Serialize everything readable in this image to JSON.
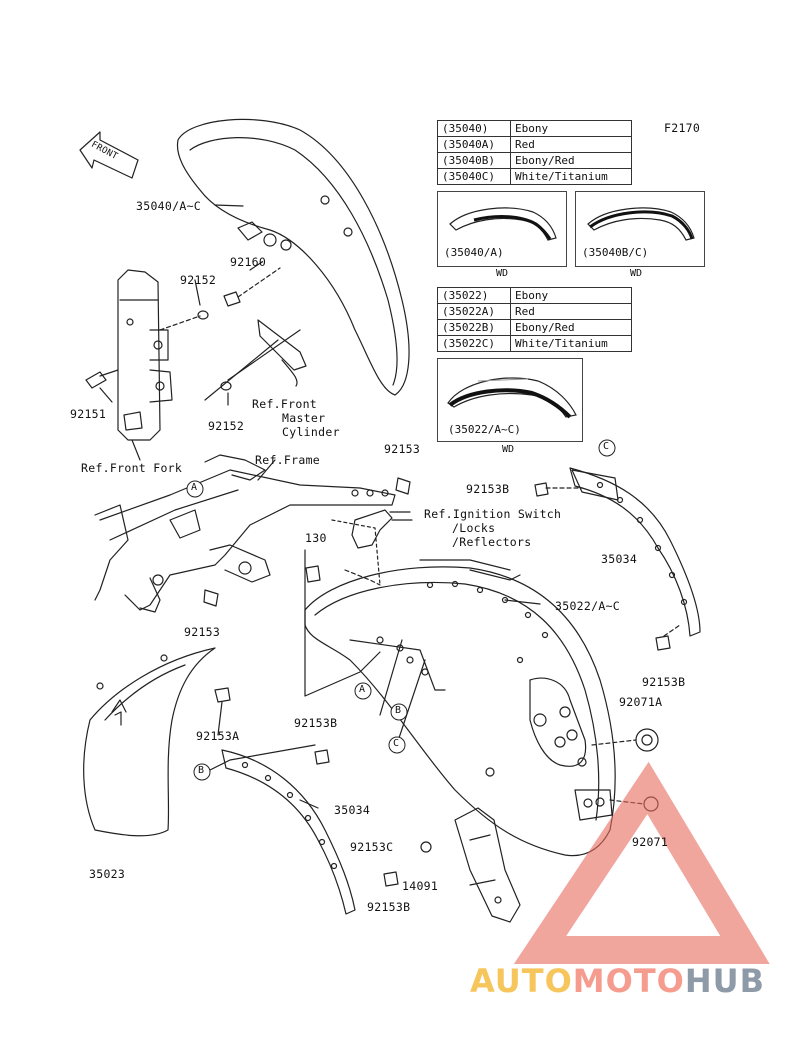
{
  "figure_code": "F2170",
  "front_arrow_label": "FRONT",
  "color_table_1": [
    {
      "code": "(35040)",
      "color": "Ebony"
    },
    {
      "code": "(35040A)",
      "color": "Red"
    },
    {
      "code": "(35040B)",
      "color": "Ebony/Red"
    },
    {
      "code": "(35040C)",
      "color": "White/Titanium"
    }
  ],
  "color_table_2": [
    {
      "code": "(35022)",
      "color": "Ebony"
    },
    {
      "code": "(35022A)",
      "color": "Red"
    },
    {
      "code": "(35022B)",
      "color": "Ebony/Red"
    },
    {
      "code": "(35022C)",
      "color": "White/Titanium"
    }
  ],
  "variant_boxes": {
    "box1": {
      "caption": "(35040/A)",
      "note": "WD"
    },
    "box2": {
      "caption": "(35040B/C)",
      "note": "WD"
    },
    "box3": {
      "caption": "(35022/A~C)",
      "note": "WD"
    }
  },
  "part_labels": {
    "p35040": "35040/A~C",
    "p92160": "92160",
    "p92152a": "92152",
    "p92152b": "92152",
    "p92151": "92151",
    "p92153a": "92153",
    "p92153b_top": "92153B",
    "p35034a": "35034",
    "p130": "130",
    "p92153c": "92153",
    "p35022": "35022/A~C",
    "p92153b_right": "92153B",
    "p92071a": "92071A",
    "p92071": "92071",
    "p92153a_left": "92153A",
    "p92153b_mid": "92153B",
    "p35034b": "35034",
    "p92153c_low": "92153C",
    "p14091": "14091",
    "p92153b_low": "92153B",
    "p35023": "35023"
  },
  "ref_labels": {
    "front_master_cylinder": [
      "Ref.Front",
      "Master",
      "Cylinder"
    ],
    "front_fork": "Ref.Front Fork",
    "frame": "Ref.Frame",
    "ignition": [
      "Ref.Ignition Switch",
      "/Locks",
      "/Reflectors"
    ]
  },
  "callouts": {
    "a": "A",
    "b": "B",
    "c": "C"
  },
  "watermark": {
    "part1": "AUTO",
    "part2": "MOTO",
    "part3": "HUB"
  }
}
